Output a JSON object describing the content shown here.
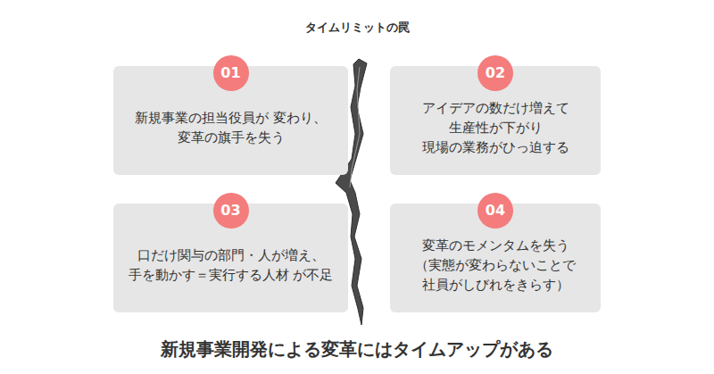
{
  "diagram": {
    "title": "タイムリミットの罠",
    "caption": "新規事業開発による変革にはタイムアップがある",
    "nodes": [
      {
        "text": [
          "新規事業の担当役員が 変わり、変革の旗手を失う"
        ]
      },
      {
        "text": [
          "01"
        ],
        "in": 0
      },
      {
        "text": [
          "アイデアの数だけ増えて 生産性が下がり 現場の業務がひっ迫する"
        ]
      },
      {
        "text": [
          "02"
        ],
        "in": 2
      },
      {
        "text": [
          "口だけ関与の部門・人が増え、 手を動かす＝実行する人材 が不足"
        ]
      },
      {
        "text": [
          "03"
        ],
        "in": 4
      },
      {
        "text": [
          "変革のモメンタムを失う （実態が変わらないことで 社員がしびれをきらす）"
        ]
      },
      {
        "text": [
          "04"
        ],
        "in": 6
      }
    ]
  }
}
